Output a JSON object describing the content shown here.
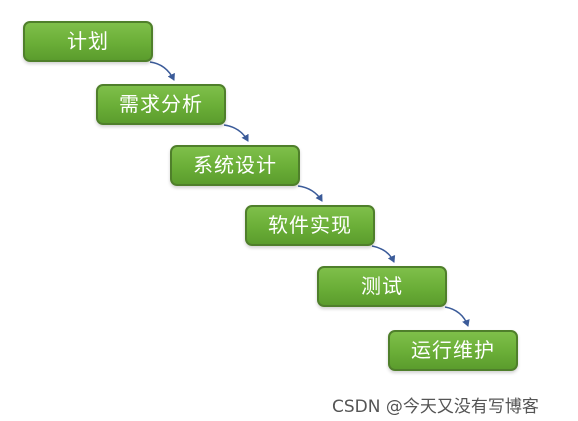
{
  "diagram": {
    "steps": [
      {
        "label": "计划"
      },
      {
        "label": "需求分析"
      },
      {
        "label": "系统设计"
      },
      {
        "label": "软件实现"
      },
      {
        "label": "测试"
      },
      {
        "label": "运行维护"
      }
    ]
  },
  "watermark": {
    "text": "CSDN @今天又没有写博客"
  },
  "colors": {
    "step_fill": "#6aae37",
    "step_border": "#4f7f2b",
    "step_text": "#ffffff",
    "arrow": "#3b5b99",
    "watermark_text": "#555555"
  }
}
